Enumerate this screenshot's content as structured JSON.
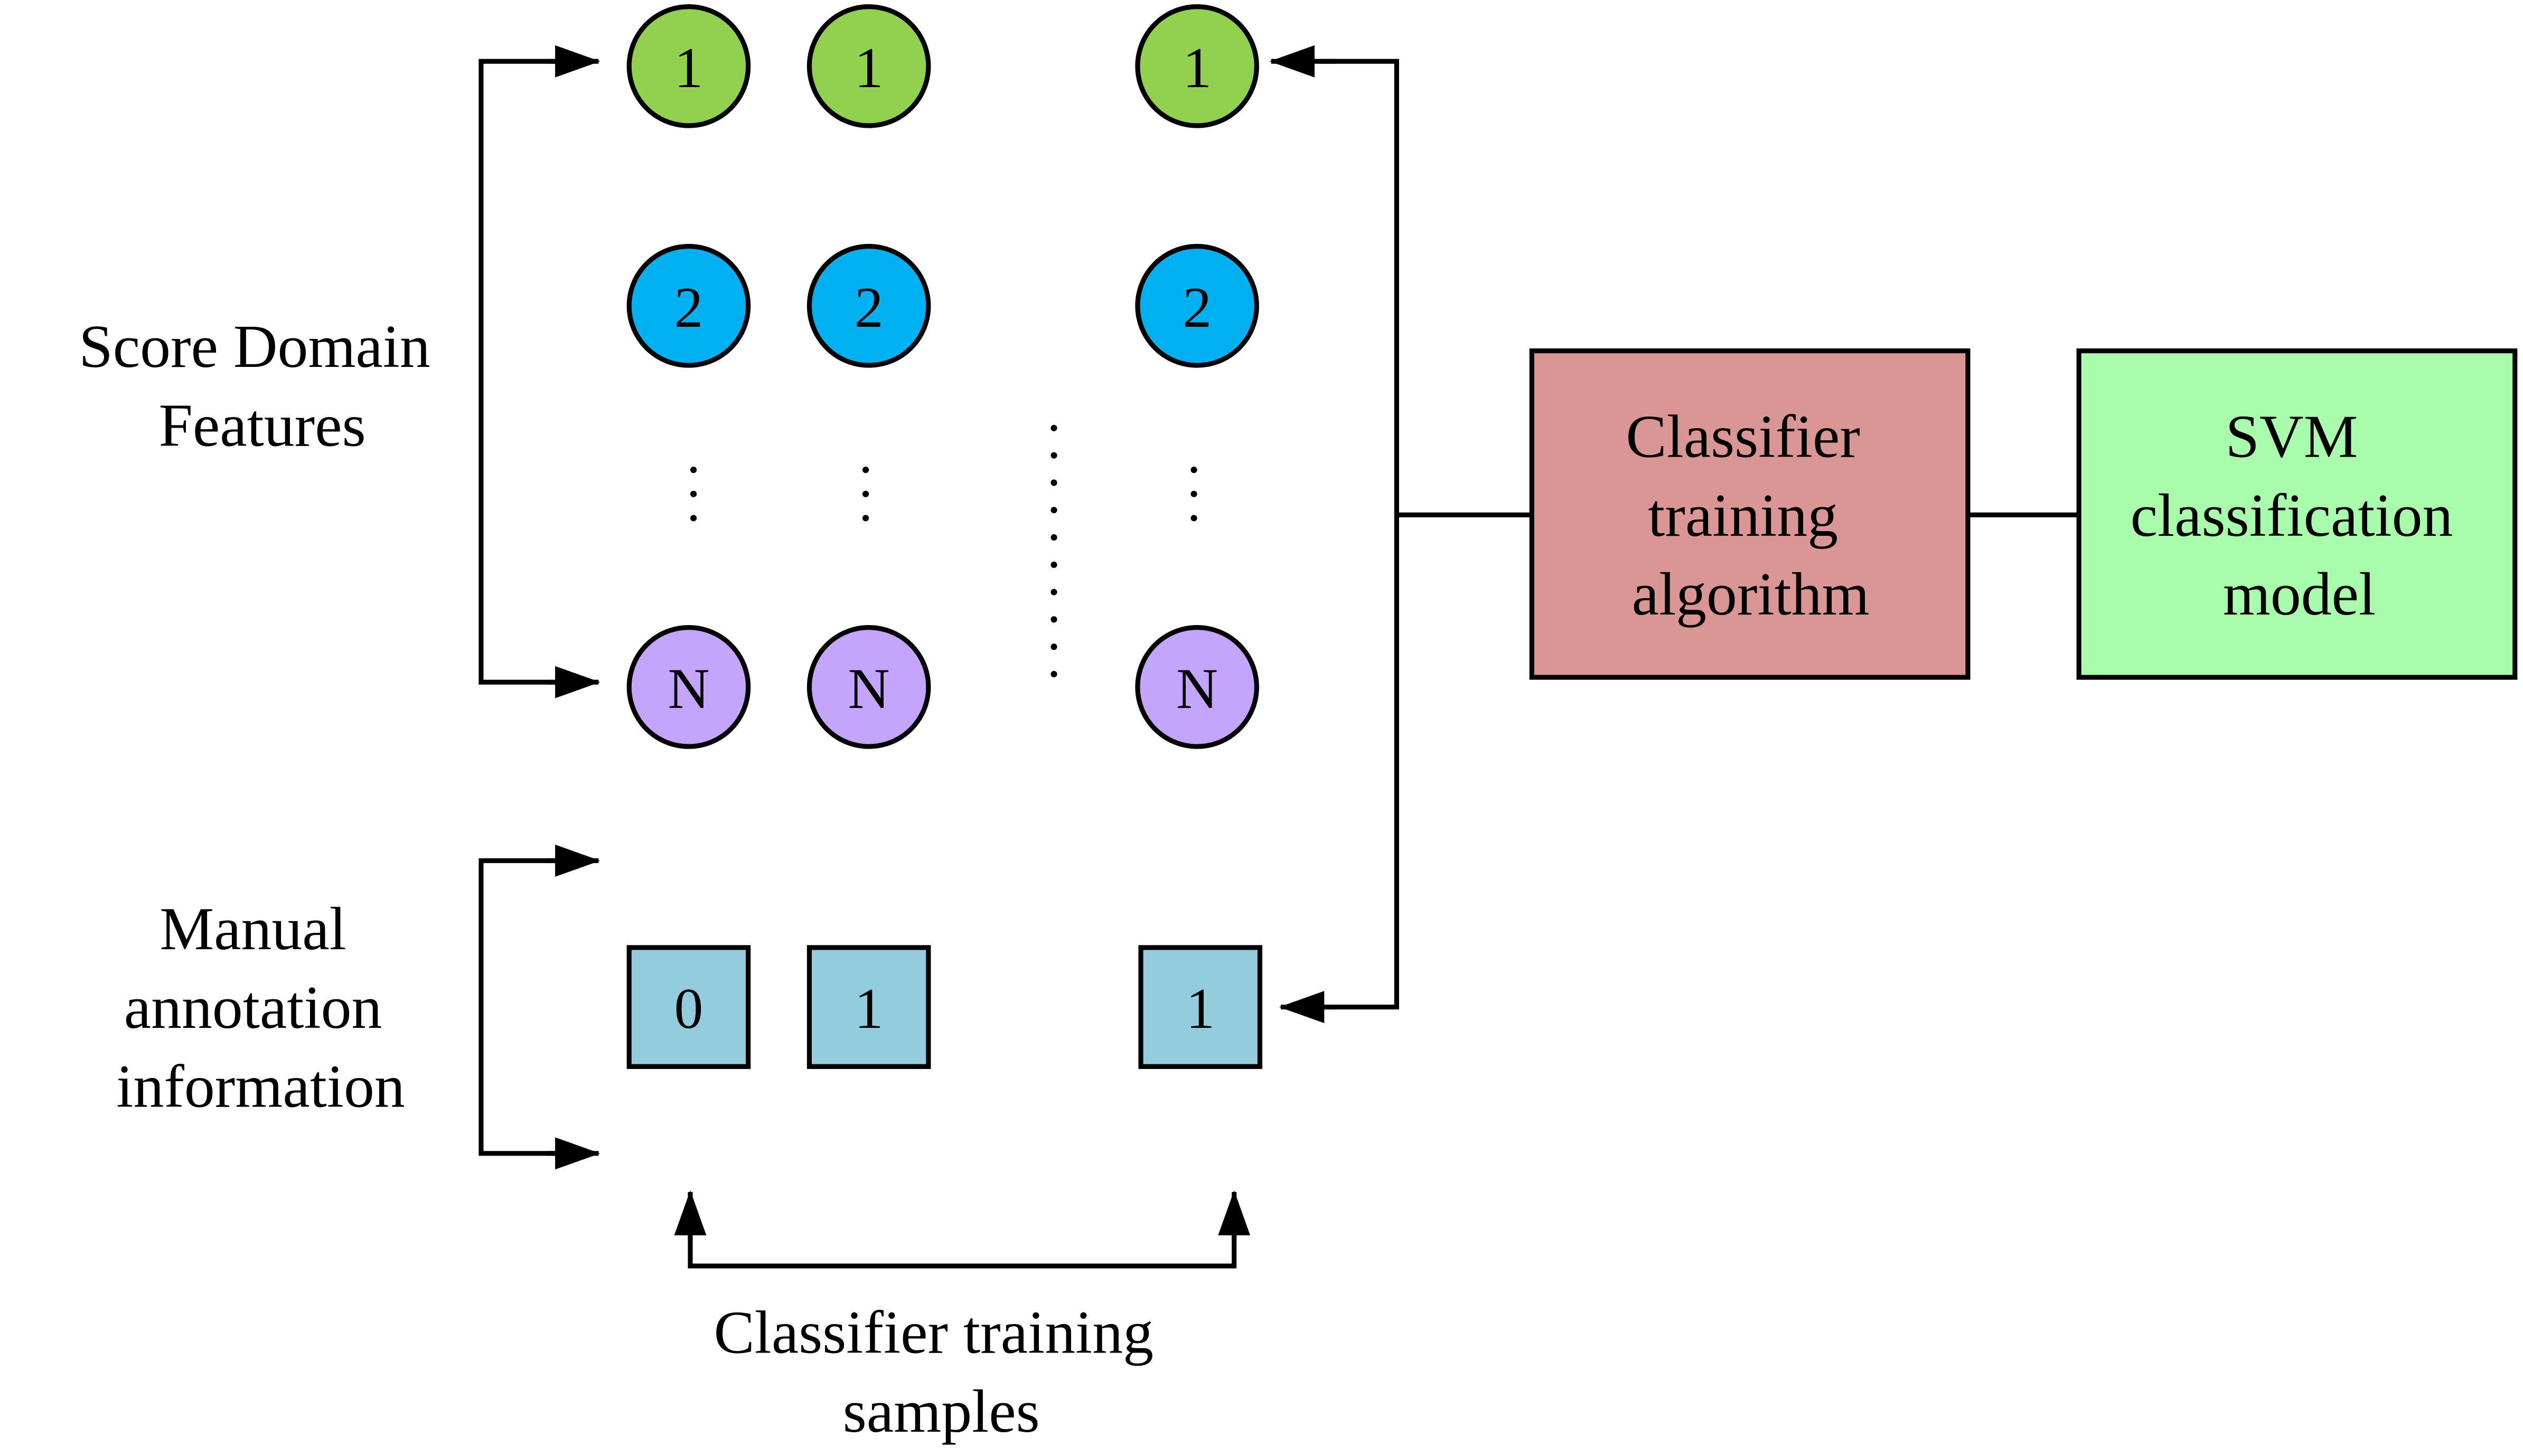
{
  "labels": {
    "score_domain_features": [
      "Score Domain",
      "Features"
    ],
    "manual_annotation": [
      "Manual",
      "annotation",
      "information"
    ],
    "classifier_training_samples": [
      "Classifier training",
      "samples"
    ]
  },
  "feature_columns": [
    {
      "nodes": [
        "1",
        "2",
        "N"
      ]
    },
    {
      "nodes": [
        "1",
        "2",
        "N"
      ]
    },
    {
      "nodes": [
        "1",
        "2",
        "N"
      ]
    }
  ],
  "annotation_values": [
    "0",
    "1",
    "1"
  ],
  "boxes": {
    "training_algorithm": [
      "Classifier",
      "training",
      "algorithm"
    ],
    "svm_model": [
      "SVM",
      "classification",
      "model"
    ]
  },
  "colors": {
    "feature_1": "#92d050",
    "feature_2": "#00b0f0",
    "feature_n": "#c3a6fb",
    "annotation": "#93cddd",
    "training_box": "#d99694",
    "svm_box": "#a9fcab"
  }
}
